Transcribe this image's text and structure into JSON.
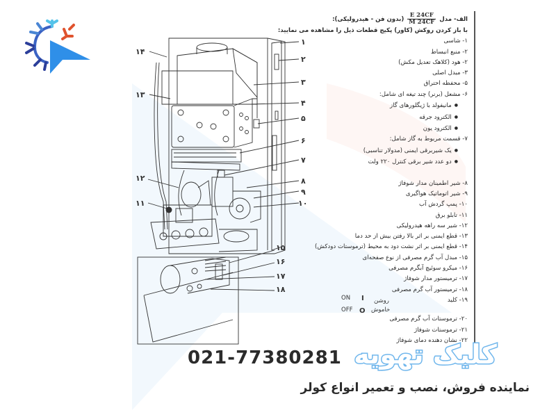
{
  "brand": {
    "logo": "snowflake-cursor-logo-icon",
    "name": "کلیک تهویه",
    "phone": "021-77380281",
    "tagline": "نماینده فروش، نصب و تعمیر انواع کولر",
    "colors": {
      "brand_blue": "#6fb6ec",
      "cursor_blue": "#2f8fe8",
      "snow_dark": "#2c3f9a",
      "snow_light": "#55c3ea",
      "snow_red": "#e0532e"
    }
  },
  "legend": {
    "title_prefix": "الف- مدل",
    "model_top": "E 24CF",
    "model_bottom": "M 24CF",
    "title_suffix": "(بدون فن - هیدرولیکی):",
    "intro": "با باز کردن روکش (کاور) پکیج قطعات ذیل را مشاهده می نمایید:",
    "items": [
      "۱- شاسی",
      "۲- منبع انبساط",
      "۲- هود (کلاهک تعدیل مکش)",
      "۳- مبدل اصلی",
      "۵- محفظه احتراق",
      "۶- مشعل (برنر) چند تیغه ای شامل:"
    ],
    "burner_parts": [
      "مانیفولد با ژیگلورهای گاز",
      "الکترود جرقه",
      "الکترود یون"
    ],
    "gas_section": "۷- قسمت مربوط به گاز شامل:",
    "gas_parts": [
      "یک شیربرقی ایمنی (مدولار تناسبی)",
      "دو عدد شیر برقی کنترل ۲۲۰ ولت"
    ],
    "items_2": [
      "۸- شیر اطمینان مدار شوفاژ",
      "۹- شیر اتوماتیک هواگیری",
      "۱۰- پمپ گردش آب",
      "۱۱- تابلو برق",
      "۱۲- شیر سه راهه هیدرولیکی",
      "۱۳- قطع ایمنی بر اثر بالا رفتن بیش از حد دما",
      "۱۴- قطع ایمنی بر اثر نشت دود به محیط (ترموستات دودکش)",
      "۱۵- مبدل آب گرم مصرفی از نوع صفحه‌ای",
      "۱۶- میکرو سوئیچ آبگرم مصرفی",
      "۱۷- ترمیستور مدار شوفاژ",
      "۱۸- ترمیستور آب گرم مصرفی",
      "۱۹- کلید"
    ],
    "switch": {
      "on_fa": "روشن",
      "on_symbol": "I",
      "on_en": "ON",
      "off_fa": "خاموش",
      "off_symbol": "O",
      "off_en": "OFF"
    },
    "items_3": [
      "۲۰- ترموستات آب گرم مصرفی",
      "۲۱- ترموستات شوفاژ",
      "۲۲- نشان دهنده دمای شوفاژ"
    ]
  },
  "diagram": {
    "callouts_right": [
      "۱",
      "۲",
      "۳",
      "۴",
      "۵",
      "۶",
      "۷",
      "۸",
      "۹",
      "۱۰"
    ],
    "callouts_left": [
      "۱۴",
      "۱۳",
      "۱۲",
      "۱۱"
    ],
    "callouts_inset": [
      "۱۵",
      "۱۶",
      "۱۷",
      "۱۸"
    ]
  }
}
